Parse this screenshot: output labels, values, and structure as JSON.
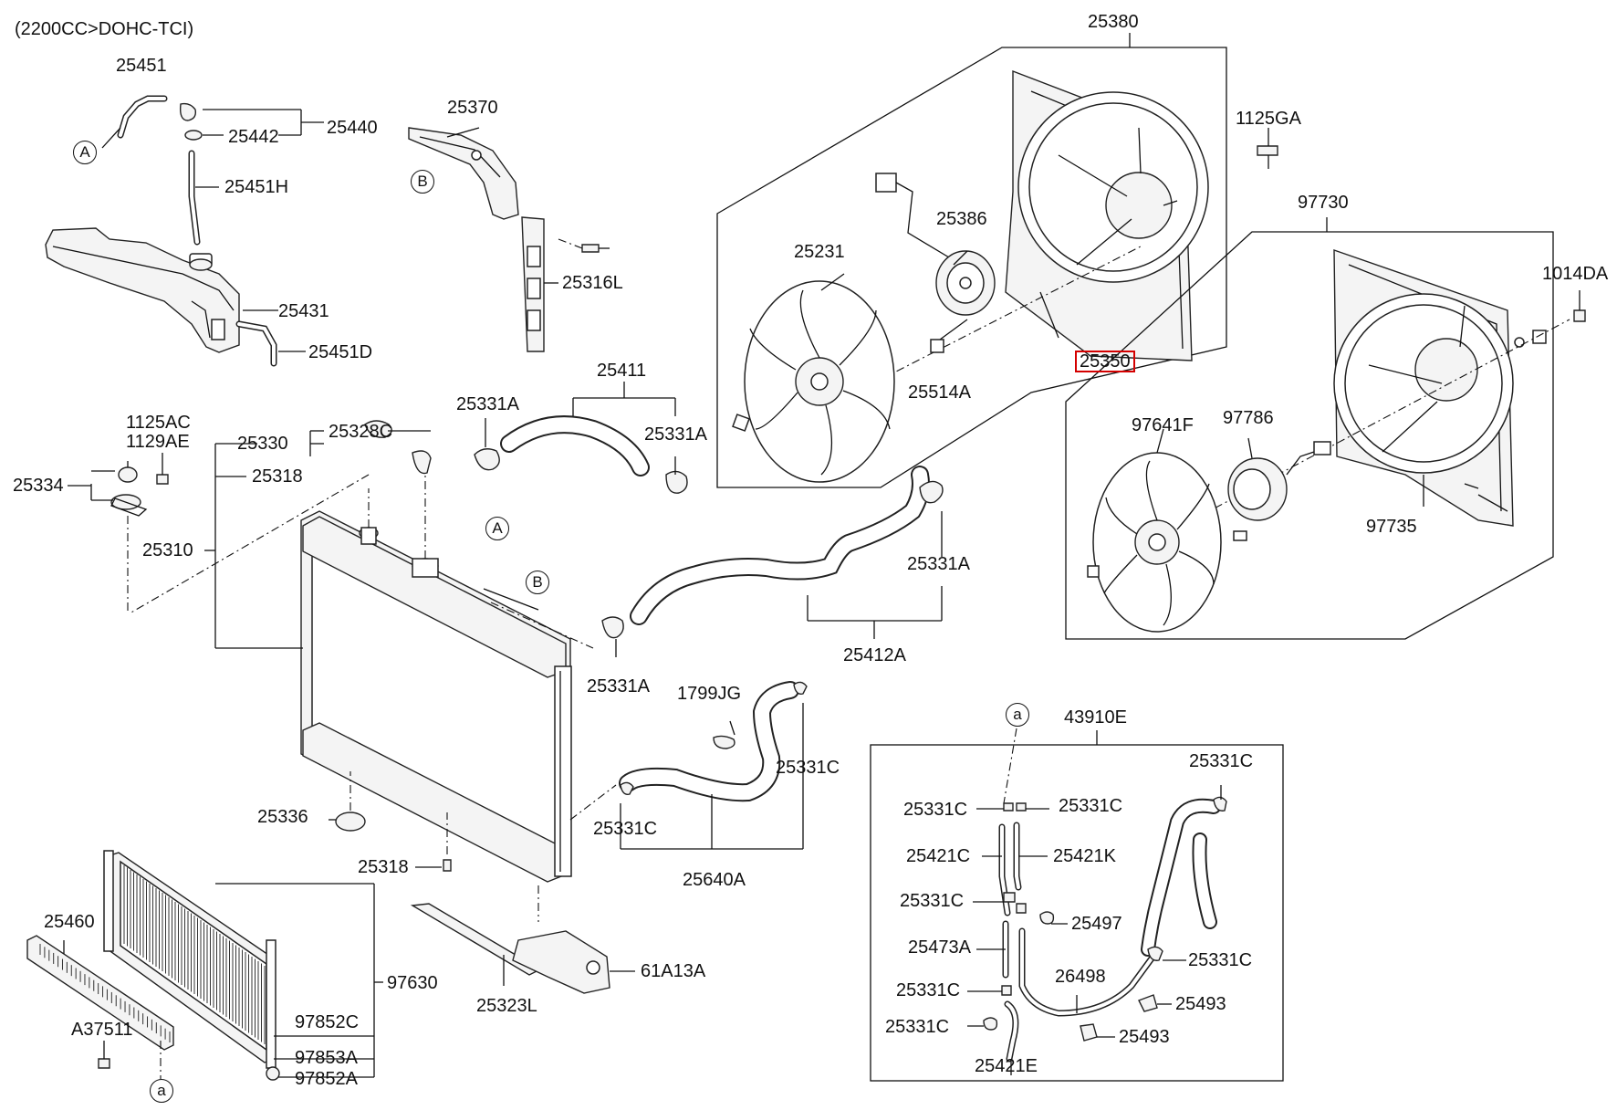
{
  "diagram": {
    "header_note": "(2200CC>DOHC-TCI)",
    "highlight_color": "#d40000",
    "part_labels": {
      "p25451": "25451",
      "p25440": "25440",
      "p25442": "25442",
      "p25451H": "25451H",
      "p25431": "25431",
      "p25451D": "25451D",
      "p25370": "25370",
      "p25316L": "25316L",
      "p25380": "25380",
      "p1125GA": "1125GA",
      "p25386": "25386",
      "p25231": "25231",
      "p25350": "25350",
      "p25514A": "25514A",
      "p97730": "97730",
      "p1014DA": "1014DA",
      "p97641F": "97641F",
      "p97786": "97786",
      "p97735": "97735",
      "p1125AC": "1125AC",
      "p1129AE": "1129AE",
      "p25334": "25334",
      "p25330": "25330",
      "p25328C": "25328C",
      "p25318a": "25318",
      "p25310": "25310",
      "p25331A_1": "25331A",
      "p25411": "25411",
      "p25331A_2": "25331A",
      "p25331A_3": "25331A",
      "p25331A_4": "25331A",
      "p25412A": "25412A",
      "p1799JG": "1799JG",
      "p25331C_a": "25331C",
      "p25331C_b": "25331C",
      "p25640A": "25640A",
      "p25336": "25336",
      "p25318b": "25318",
      "p25460": "25460",
      "p97630": "97630",
      "pA37511": "A37511",
      "p97852C": "97852C",
      "p97853A": "97853A",
      "p97852A": "97852A",
      "p25323L": "25323L",
      "p61A13A": "61A13A",
      "p43910E": "43910E",
      "p25331C_c": "25331C",
      "p25331C_d": "25331C",
      "p25331C_e": "25331C",
      "p25421C": "25421C",
      "p25421K": "25421K",
      "p25331C_f": "25331C",
      "p25497": "25497",
      "p25473A": "25473A",
      "p25331C_g": "25331C",
      "p26498": "26498",
      "p25331C_h": "25331C",
      "p25493a": "25493",
      "p25331C_i": "25331C",
      "p25493b": "25493",
      "p25421E": "25421E"
    },
    "ref_circles": {
      "A1": "A",
      "A2": "A",
      "B1": "B",
      "B2": "B",
      "a1": "a",
      "a2": "a"
    }
  }
}
